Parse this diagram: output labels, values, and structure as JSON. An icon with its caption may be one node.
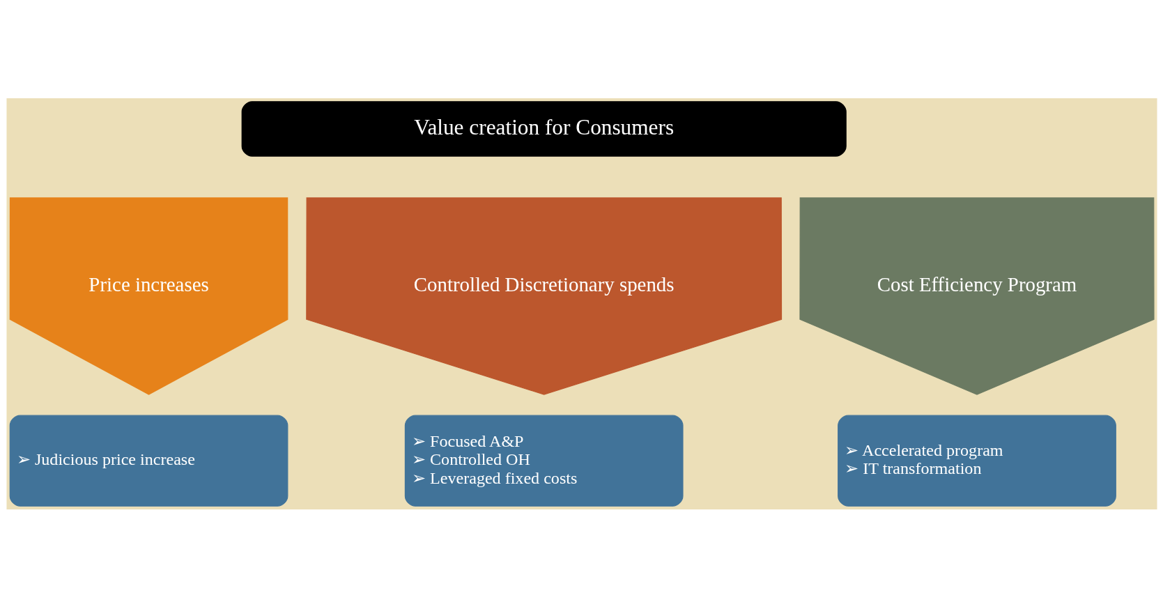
{
  "diagram": {
    "nodes": [
      {
        "text": [
          "Value creation for Consumers"
        ]
      },
      {
        "text": [
          "Price increases"
        ]
      },
      {
        "text": [
          "Controlled Discretionary spends"
        ]
      },
      {
        "text": [
          "Cost Efficiency Program"
        ]
      },
      {
        "text": [
          "➢ Judicious price increase"
        ]
      },
      {
        "text": [
          "➢ Focused A&P",
          "➢ Controlled OH",
          "➢ Leveraged fixed costs"
        ]
      },
      {
        "text": [
          "➢ Accelerated program",
          "➢ IT transformation"
        ]
      }
    ]
  }
}
